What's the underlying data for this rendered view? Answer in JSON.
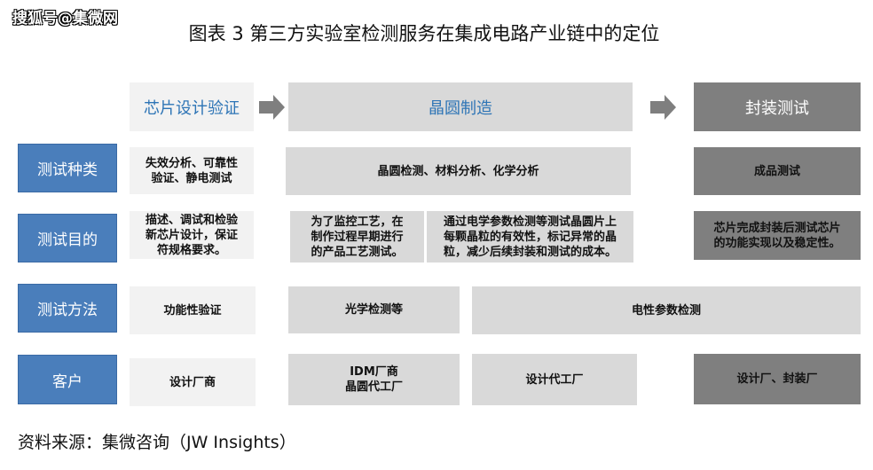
{
  "watermark": "搜狐号@集微网",
  "title": "图表 3 第三方实验室检测服务在集成电路产业链中的定位",
  "stages": [
    "芯片设计验证",
    "晶圆制造",
    "封装测试"
  ],
  "row_labels": [
    "测试种类",
    "测试目的",
    "测试方法",
    "客户"
  ],
  "rows": {
    "types": [
      "失效分析、可靠性\n验证、静电测试",
      "晶圆检测、材料分析、化学分析",
      "成品测试"
    ],
    "purposes": [
      "描述、调试和检验\n新芯片设计，保证\n符规格要求。",
      "为了监控工艺，在\n制作过程早期进行\n的产品工艺测试。",
      "通过电学参数检测等测试晶圆片上\n每颗晶粒的有效性，标记异常的晶\n粒，减少后续封装和测试的成本。",
      "芯片完成封装后测试芯片\n的功能实现以及稳定性。"
    ],
    "methods": [
      "功能性验证",
      "光学检测等",
      "电性参数检测"
    ],
    "customers": [
      "设计厂商",
      "IDM厂商\n晶圆代工厂",
      "设计代工厂",
      "设计厂、封装厂"
    ]
  },
  "source": "资料来源：集微咨询（JW Insights）"
}
